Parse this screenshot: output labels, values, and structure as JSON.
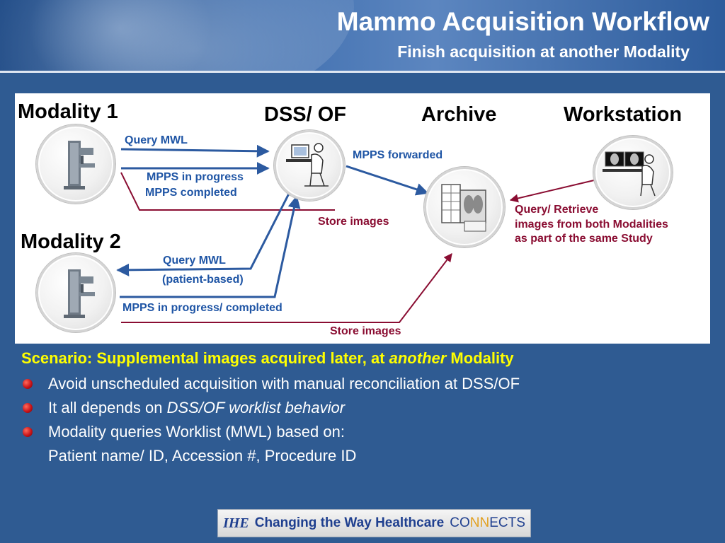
{
  "header": {
    "title": "Mammo Acquisition Workflow",
    "subtitle": "Finish acquisition at another Modality"
  },
  "diagram": {
    "modality1": "Modality 1",
    "modality2": "Modality 2",
    "dss": "DSS/ OF",
    "archive": "Archive",
    "workstation": "Workstation",
    "query_mwl_1": "Query MWL",
    "mpps_in_progress": "MPPS in progress",
    "mpps_completed": "MPPS completed",
    "mpps_forwarded": "MPPS forwarded",
    "store_images_1": "Store images",
    "query_retrieve_1": "Query/ Retrieve",
    "query_retrieve_2": "images from both Modalities",
    "query_retrieve_3": "as part of the same Study",
    "query_mwl_2": "Query MWL",
    "patient_based": "(patient-based)",
    "mpps_in_progress_completed": "MPPS in progress/ completed",
    "store_images_2": "Store images",
    "colors": {
      "blue_arrow": "#2c5aa0",
      "red_arrow": "#8a0d32"
    }
  },
  "body": {
    "scenario_prefix": "Scenario: Supplemental images acquired later, at ",
    "scenario_emph": "another",
    "scenario_suffix": " Modality",
    "bullet1": "Avoid unscheduled acquisition with manual reconciliation at DSS/OF",
    "bullet2_prefix": "It all depends on ",
    "bullet2_emph": "DSS/OF worklist behavior",
    "bullet3": "Modality queries Worklist (MWL) based on:",
    "bullet3_cont": "Patient name/ ID,  Accession #,  Procedure ID"
  },
  "footer": {
    "logo": "IHE",
    "tagline": "Changing the Way Healthcare",
    "connects_a": "CO",
    "connects_b": "NN",
    "connects_c": "ECTS"
  }
}
